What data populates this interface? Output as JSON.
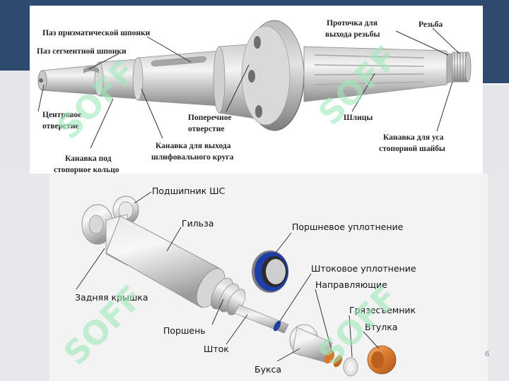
{
  "shaft_diagram": {
    "labels": {
      "prismatic_key": "Паз призматической шпонки",
      "segment_key": "Паз сегментной шпонки",
      "center_hole_line1": "Центровое",
      "center_hole_line2": "отверстие",
      "groove_ring_line1": "Канавка под",
      "groove_ring_line2": "стопорное кольцо",
      "grinding_groove_line1": "Канавка для выхода",
      "grinding_groove_line2": "шлифовального круга",
      "cross_hole_line1": "Поперечное",
      "cross_hole_line2": "отверстие",
      "splines": "Шлицы",
      "thread_relief_line1": "Проточка для",
      "thread_relief_line2": "выхода резьбы",
      "thread": "Резьба",
      "washer_groove_line1": "Канавка для уса",
      "washer_groove_line2": "стопорной шайбы"
    }
  },
  "cylinder_diagram": {
    "labels": {
      "bearing": "Подшипник ШС",
      "sleeve": "Гильза",
      "piston_seal": "Поршневое уплотнение",
      "rod_seal": "Штоковое уплотнение",
      "guides": "Направляющие",
      "rear_cover": "Задняя крышка",
      "wiper": "Грязесъемник",
      "bushing": "Втулка",
      "piston": "Поршень",
      "rod": "Шток",
      "gland": "Букса"
    }
  },
  "footer": {
    "page_number": "6"
  },
  "colors": {
    "header_blue": "#2f4a6f",
    "seal_blue": "#1f3fa8",
    "bushing_orange": "#d9782c",
    "watermark_green": "#9fe8b8"
  },
  "watermark": {
    "text": "SOFF"
  }
}
